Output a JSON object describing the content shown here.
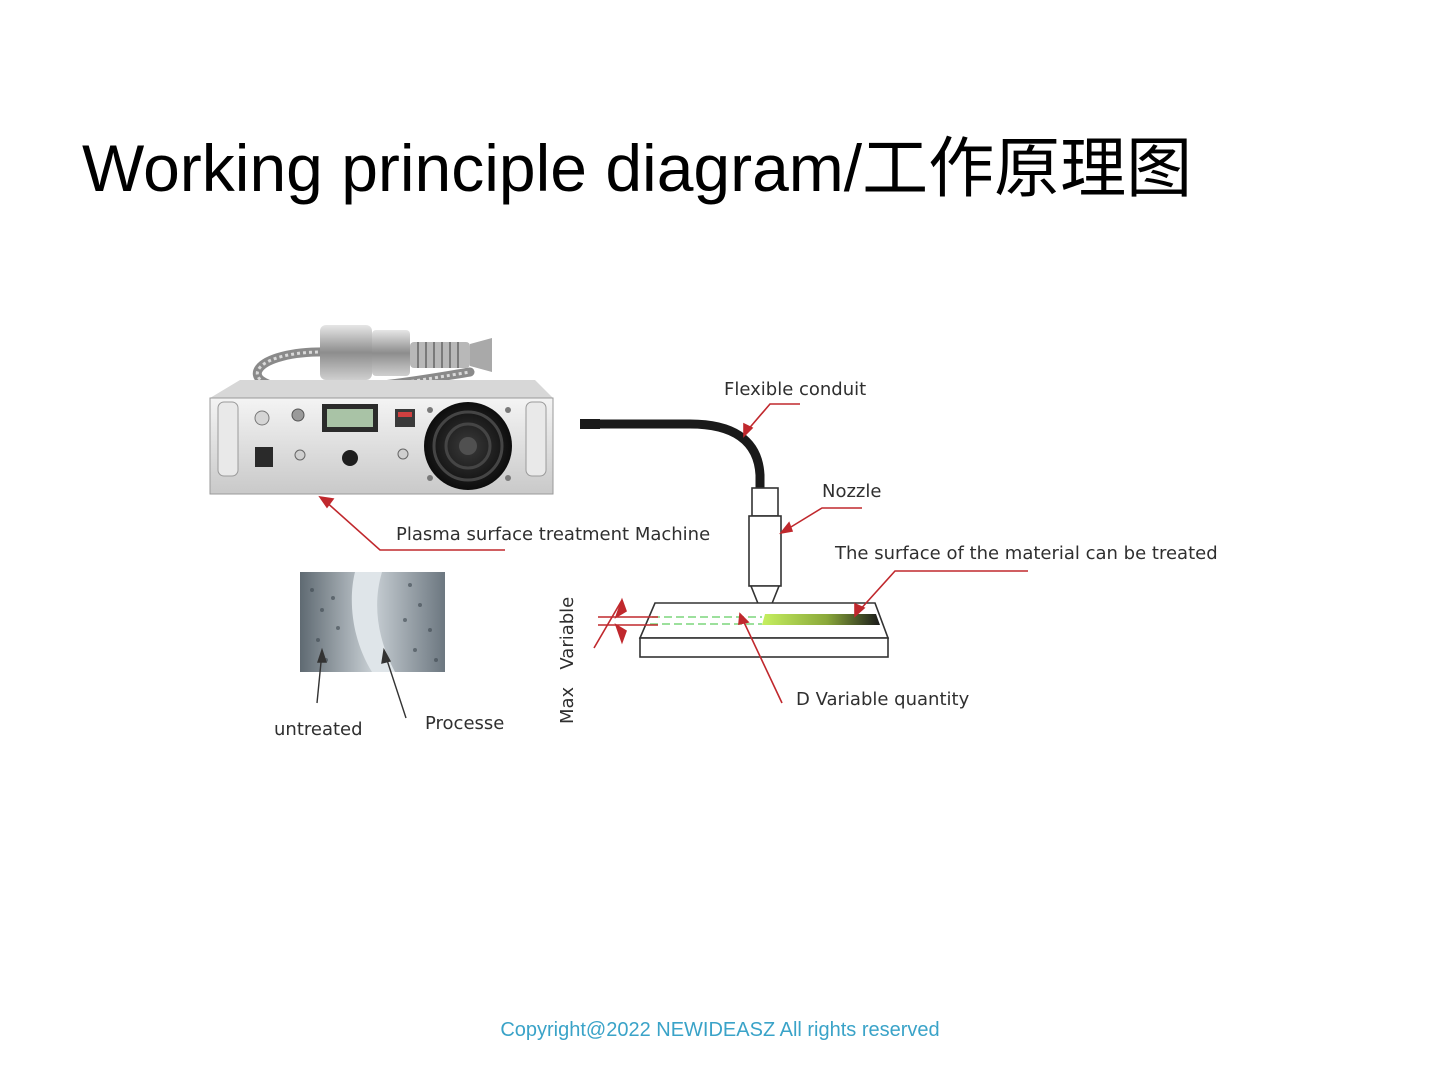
{
  "slide": {
    "title": "Working principle diagram/工作原理图",
    "copyright": "Copyright@2022 NEWIDEASZ All rights reserved"
  },
  "diagram": {
    "labels": {
      "flexible_conduit": "Flexible conduit",
      "nozzle": "Nozzle",
      "surface": "The surface of the material can be treated",
      "machine": "Plasma surface treatment Machine",
      "untreated": "untreated",
      "processed": "Processe",
      "variable_quantity": "D Variable quantity",
      "max_variable": "Max   Variable"
    },
    "colors": {
      "arrow": "#c0282d",
      "copyright": "#3aa3c8",
      "flame": "#9acd32"
    },
    "icons": [
      "plasma-machine-illustration",
      "cooling-fan-icon",
      "lcd-display-icon",
      "nozzle-illustration",
      "material-sample-photo"
    ]
  }
}
